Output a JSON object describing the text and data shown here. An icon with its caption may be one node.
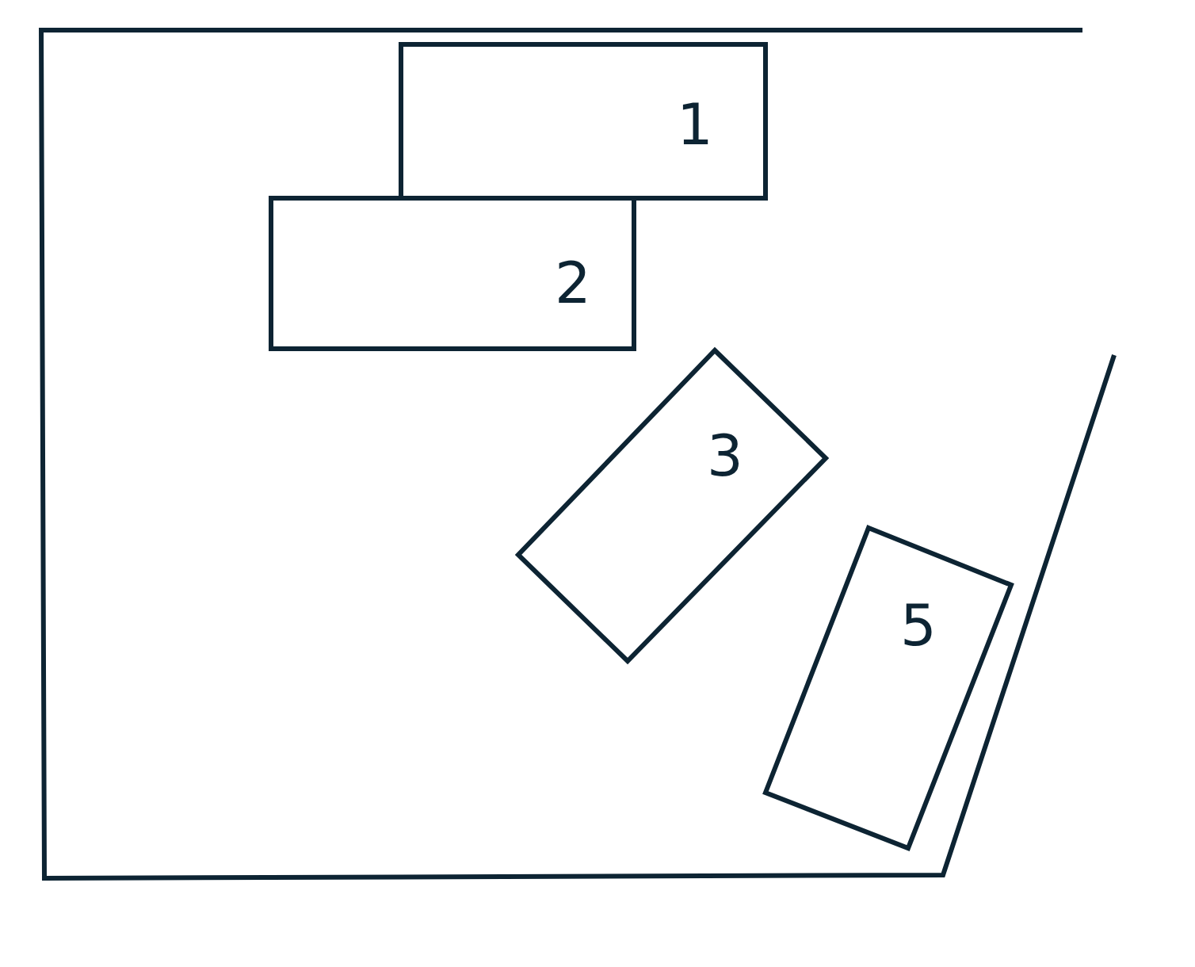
{
  "diagram": {
    "nodes": [
      {
        "text": [
          "1"
        ]
      },
      {
        "text": [
          "2"
        ]
      },
      {
        "text": [
          "3"
        ]
      },
      {
        "text": [
          "5"
        ]
      }
    ],
    "edges": []
  }
}
